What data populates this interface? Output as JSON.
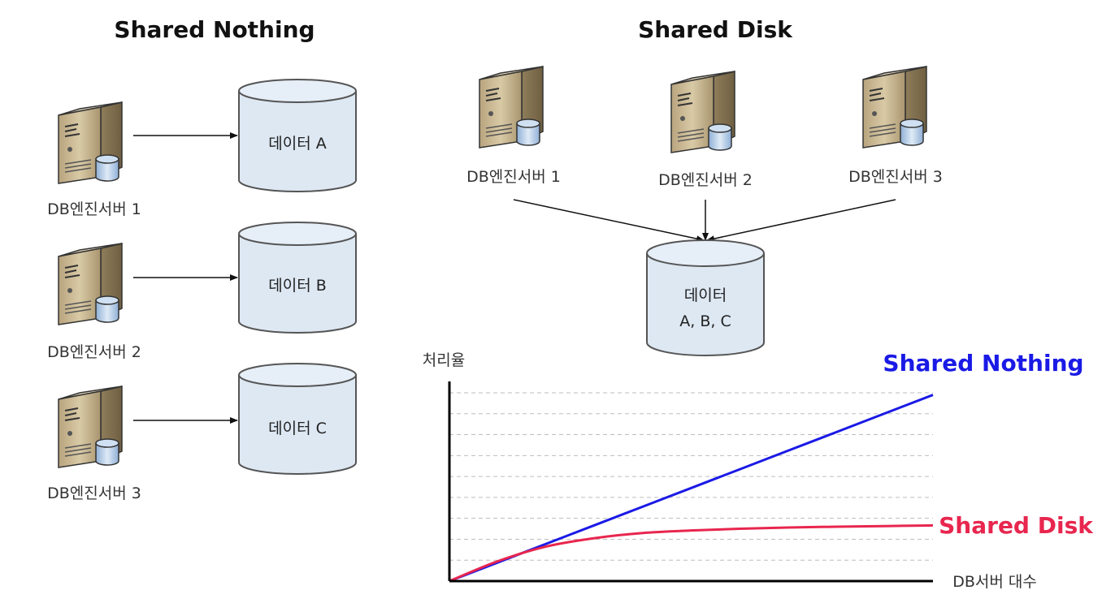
{
  "shared_nothing": {
    "title": "Shared Nothing",
    "servers": [
      "DB엔진서버 1",
      "DB엔진서버 2",
      "DB엔진서버 3"
    ],
    "databases": [
      "데이터 A",
      "데이터 B",
      "데이터 C"
    ]
  },
  "shared_disk": {
    "title": "Shared Disk",
    "servers": [
      "DB엔진서버 1",
      "DB엔진서버 2",
      "DB엔진서버 3"
    ],
    "database": {
      "line1": "데이터",
      "line2": "A, B, C"
    }
  },
  "chart_data": {
    "type": "line",
    "title": "",
    "ylabel": "처리율",
    "xlabel": "DB서버 대수",
    "x": [
      0,
      1,
      2,
      3,
      4,
      5,
      6,
      7,
      8,
      9,
      10
    ],
    "ylim": [
      0,
      9
    ],
    "grid": true,
    "series": [
      {
        "name": "Shared Nothing",
        "color": "#1a1ae6",
        "values": [
          0,
          0.89,
          1.78,
          2.67,
          3.56,
          4.45,
          5.34,
          6.23,
          7.12,
          8.01,
          8.9
        ]
      },
      {
        "name": "Shared Disk",
        "color": "#e8264e",
        "values": [
          0,
          0.95,
          1.65,
          2.05,
          2.3,
          2.42,
          2.5,
          2.56,
          2.6,
          2.63,
          2.66
        ]
      }
    ]
  },
  "colors": {
    "cylinder_fill": "#dde8f3",
    "cylinder_stroke": "#555555",
    "server_body": "#c9b896"
  }
}
